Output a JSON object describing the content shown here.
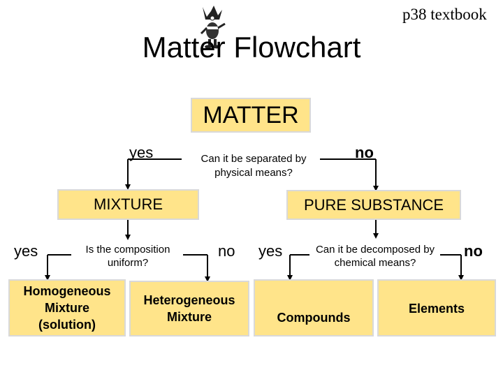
{
  "header": {
    "title": "Matter Flowchart",
    "reference": "p38 textbook"
  },
  "boxes": {
    "matter": "MATTER",
    "mixture": "MIXTURE",
    "pure_substance": "PURE SUBSTANCE",
    "homogeneous": "Homogeneous Mixture (solution)",
    "heterogeneous": "Heterogeneous Mixture",
    "compounds": "Compounds",
    "elements": "Elements"
  },
  "questions": {
    "q1": "Can it be separated by physical means?",
    "q2": "Is the composition uniform?",
    "q3": "Can it be decomposed by chemical means?"
  },
  "answers": {
    "q1_yes": "yes",
    "q1_no": "no",
    "q2_yes": "yes",
    "q2_no": "no",
    "q3_yes": "yes",
    "q3_no": "no"
  },
  "colors": {
    "box_fill": "#ffe48a",
    "box_border": "#d9d9d9",
    "line": "#000000"
  },
  "icons": {
    "mascot": "cartoon-character-icon"
  }
}
